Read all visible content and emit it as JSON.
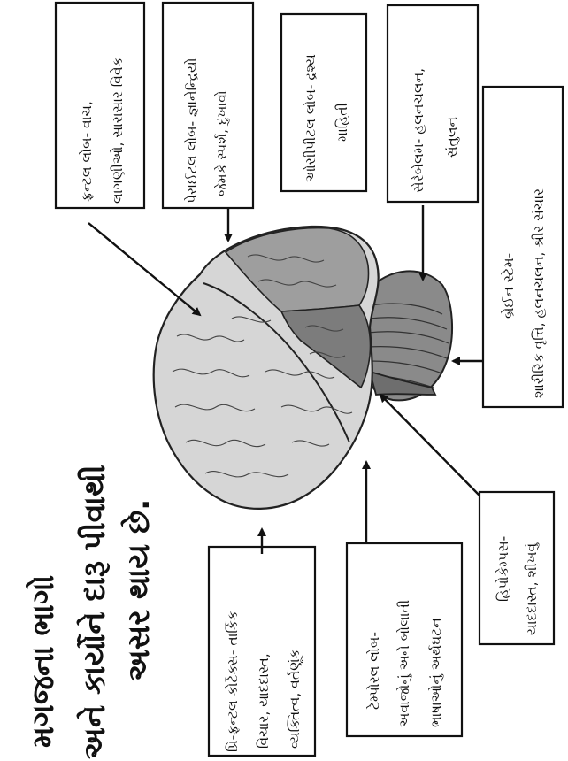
{
  "title": {
    "lines": [
      "મગજના ભાગો",
      "અને કાર્યોને દારૂ પીવાથી",
      "અસર થાય છે."
    ]
  },
  "labels": {
    "frontal": [
      "ફ્રન્ટલ લોબ- વાચ,",
      "લાગણીઓ, સારાસાર વિવેક"
    ],
    "parietal": [
      "પેરાઈટલ લોબ- જ્ઞાનેન્દ્રિયો",
      "જેમકે સ્પર્શ, દુખાવો"
    ],
    "occipital": [
      "ઓસીપીટલ લોબ- દ્રશ્ય",
      "માહિતી"
    ],
    "cerebellum": [
      "સેરેબેલમ- હલનચલન,",
      "સંતુલન"
    ],
    "brainstem": [
      "બ્રેઈન સ્ટેમ-",
      "શારીરિક વૃત્તિ, હલનચલન, શ્રીર સંચાર"
    ],
    "hippocampus": [
      "હિપોકેમ્પસ-",
      "યાદદાસ્ત, શીખવું"
    ],
    "temporal": [
      "ટેમ્પોરલ લોબ-",
      "અવાજોનું અને બોલાતી",
      "ભાષાઓનું અર્થઘટન"
    ],
    "prefrontal": [
      "પ્રિ-ફ્રન્ટલ કોર્ટેક્સ- તાર્કિક",
      "વિચાર, યાદદાસ્ત,",
      "વ્યક્તિત્વ, વર્તણૂંક"
    ]
  },
  "colors": {
    "frontal_fill": "#d6d6d6",
    "parietal_fill": "#9e9e9e",
    "occipital_fill": "#7c7c7c",
    "cerebellum_fill": "#8a8a8a",
    "stem_fill": "#6e6e6e",
    "outline": "#222222"
  }
}
